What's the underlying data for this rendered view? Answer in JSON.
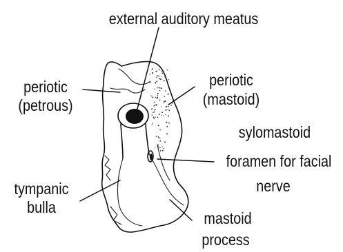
{
  "labels": {
    "external_auditory_meatus": "external auditory meatus",
    "periotic_petrous_line1": "periotic",
    "periotic_petrous_line2": "(petrous)",
    "periotic_mastoid_line1": "periotic",
    "periotic_mastoid_line2": "(mastoid)",
    "stylomastoid_line1": "sylomastoid",
    "stylomastoid_line2": "foramen for facial",
    "stylomastoid_line3": "nerve",
    "tympanic_bulla_line1": "tympanic",
    "tympanic_bulla_line2": "bulla",
    "mastoid_process_line1": "mastoid",
    "mastoid_process_line2": "process"
  }
}
